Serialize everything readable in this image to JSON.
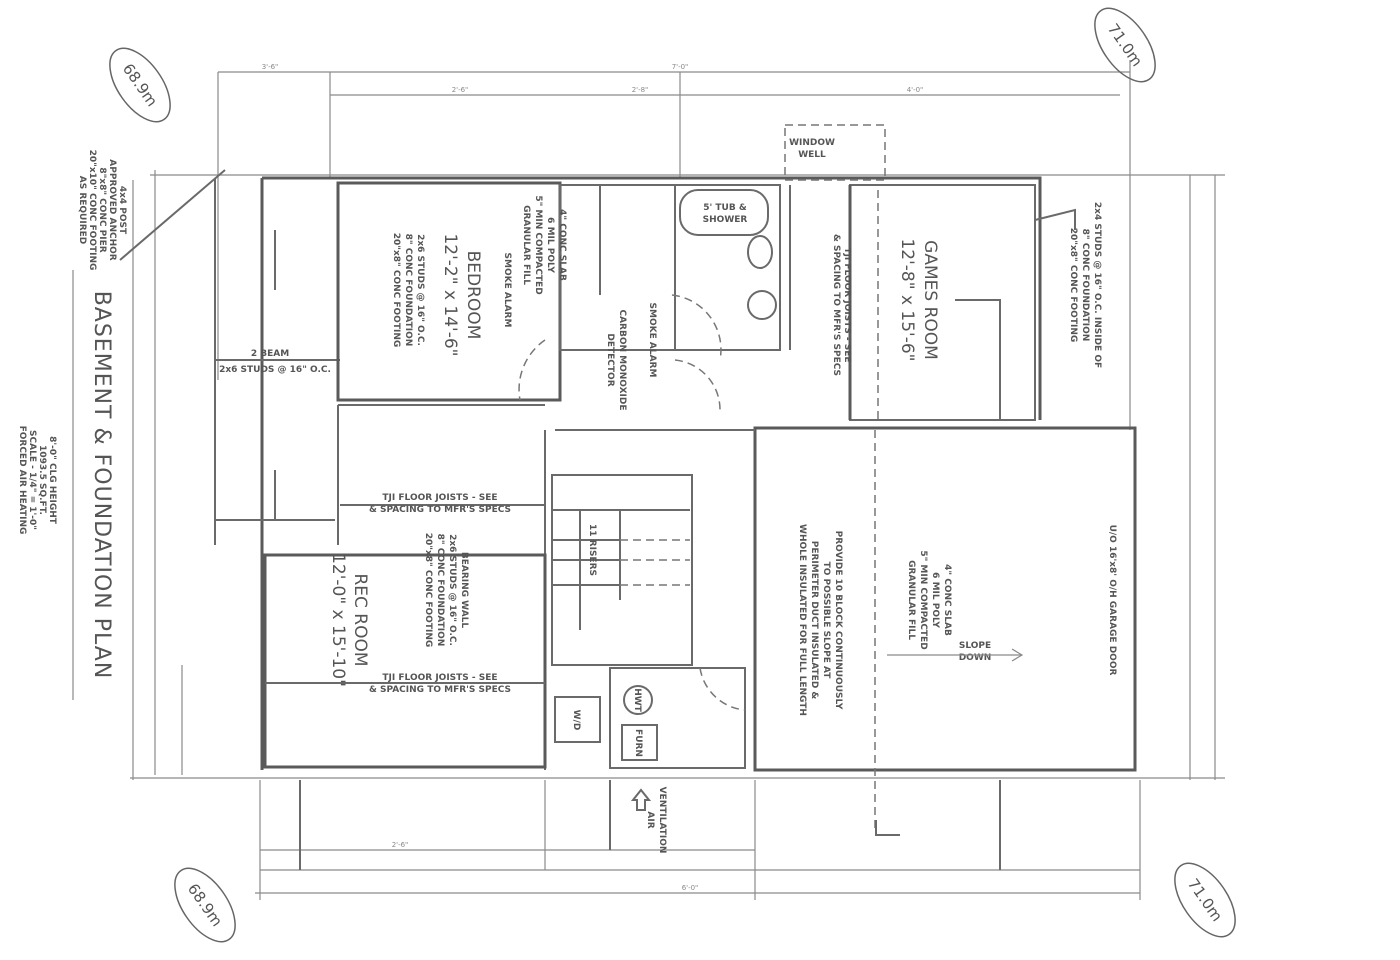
{
  "title": "BASEMENT & FOUNDATION PLAN",
  "elevations": {
    "top_left": "68.9m",
    "top_right": "71.0m",
    "bottom_left": "68.9m",
    "bottom_right": "71.0m"
  },
  "general_notes": [
    "8'-0\" CLG HEIGHT",
    "1093.5 SQ.FT.",
    "SCALE - 1/4\" = 1'-0\"",
    "FORCED AIR HEATING"
  ],
  "post_note": [
    "4x4 POST",
    "APPROVED ANCHOR",
    "8\"x8\" CONC PIER",
    "20\"x10\" CONC FOOTING",
    "AS REQUIRED"
  ],
  "rooms": {
    "bedroom": {
      "name": "BEDROOM",
      "size": "12'-2\" x 14'-6\""
    },
    "games": {
      "name": "GAMES ROOM",
      "size": "12'-8\" x 15'-6\""
    },
    "rec": {
      "name": "REC ROOM",
      "size": "12'-0\" x 15'-10\""
    }
  },
  "wall_note": [
    "2x6 STUDS @ 16\" O.C.",
    "8\" CONC FOUNDATION",
    "20\"x8\" CONC FOOTING"
  ],
  "games_wall_note": [
    "2x4 STUDS @ 16\" O.C. INSIDE OF",
    "8\" CONC FOUNDATION",
    "20\"x8\" CONC FOOTING"
  ],
  "bearing_wall": "BEARING WALL",
  "slab_note": [
    "4\" CONC SLAB",
    "6 MIL POLY",
    "5\" MIN COMPACTED",
    "GRANULAR FILL"
  ],
  "smoke_alarm": "SMOKE ALARM",
  "co_detector": [
    "SMOKE ALARM",
    "CARBON MONOXIDE",
    "DETECTOR"
  ],
  "joists": [
    "TJI FLOOR JOISTS - SEE",
    "& SPACING TO MFR'S SPECS"
  ],
  "tub": [
    "5' TUB &",
    "SHOWER"
  ],
  "window_well": [
    "WINDOW",
    "WELL"
  ],
  "beam": [
    "2 BEAM",
    "2x6 STUDS @ 16\" O.C."
  ],
  "stairs": "11 RISERS",
  "wd": "W/D",
  "hwt": "HWT",
  "furn": "FURN",
  "vent": [
    "VENTILATION",
    "AIR"
  ],
  "garage_note": [
    "PROVIDE 10 BLOCK CONTINUOUSLY",
    "TO POSSIBLE SLOPE AT",
    "PERIMETER DUCT INSULATED &",
    "WHOLE INSULATED FOR FULL LENGTH"
  ],
  "slope": [
    "SLOPE",
    "DOWN"
  ],
  "garage_door": "U/O 16'x8' O/H GARAGE DOOR",
  "dims": {
    "d1": "3'-6\"",
    "d2": "7'-0\"",
    "d3": "2'-6\"",
    "d4": "2'-8\"",
    "d5": "4'-0\"",
    "d6": "2'-6\"",
    "d7": "6'-0\""
  }
}
